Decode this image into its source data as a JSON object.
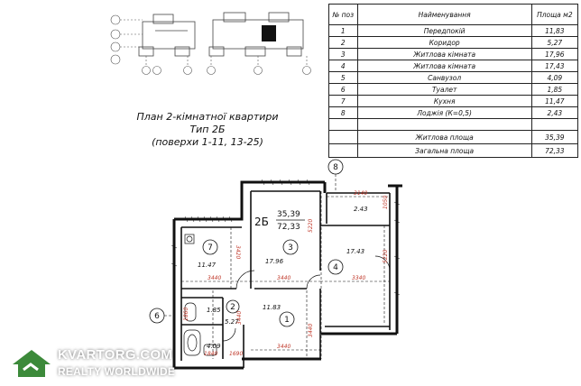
{
  "title": {
    "line1": "План 2-кімнатної квартири",
    "line2": "Тип 2Б",
    "line3": "(поверхи 1-11, 13-25)"
  },
  "table": {
    "header": {
      "num": "№ поз",
      "name": "Найменування",
      "area": "Площа м2"
    },
    "rows": [
      {
        "num": "1",
        "name": "Передпокій",
        "area": "11,83"
      },
      {
        "num": "2",
        "name": "Коридор",
        "area": "5,27"
      },
      {
        "num": "3",
        "name": "Житлова кімната",
        "area": "17,96"
      },
      {
        "num": "4",
        "name": "Житлова кімната",
        "area": "17,43"
      },
      {
        "num": "5",
        "name": "Санвузол",
        "area": "4,09"
      },
      {
        "num": "6",
        "name": "Туалет",
        "area": "1,85"
      },
      {
        "num": "7",
        "name": "Кухня",
        "area": "11,47"
      },
      {
        "num": "8",
        "name": "Лоджія (К=0,5)",
        "area": "2,43"
      }
    ],
    "living_label": "Житлова площа",
    "living_value": "35,39",
    "total_label": "Загальна площа",
    "total_value": "72,33"
  },
  "plan": {
    "apt_type": "2Б",
    "apt_living": "35,39",
    "apt_total": "72,33",
    "axis_top": "8",
    "axis_left": "6",
    "rooms": {
      "r1": "1",
      "r2": "2",
      "r3": "3",
      "r4": "4",
      "r7": "7"
    },
    "areas": {
      "a3": "17.96",
      "a4": "17.43",
      "a7": "11.47",
      "a1": "11.83",
      "a2": "5.27",
      "a6": "1.85",
      "a5": "4.09",
      "a8": "2.43"
    },
    "dims": {
      "d3440a": "3440",
      "d3440b": "3440",
      "d3440c": "3440",
      "d3340": "3340",
      "d5220a": "5220",
      "d5220b": "5220",
      "d3420": "3420",
      "d3140": "3140",
      "d1050": "1050",
      "d1690": "1690",
      "d3440v": "3440",
      "d3440w": "3440",
      "d1860": "1860",
      "d1840": "1840"
    }
  },
  "logo": {
    "line1": "KVARTORG.COM",
    "line2": "REALTY WORLDWIDE"
  },
  "colors": {
    "logo_green": "#3c8a3a",
    "line": "#111111",
    "red": "#c0392b"
  }
}
